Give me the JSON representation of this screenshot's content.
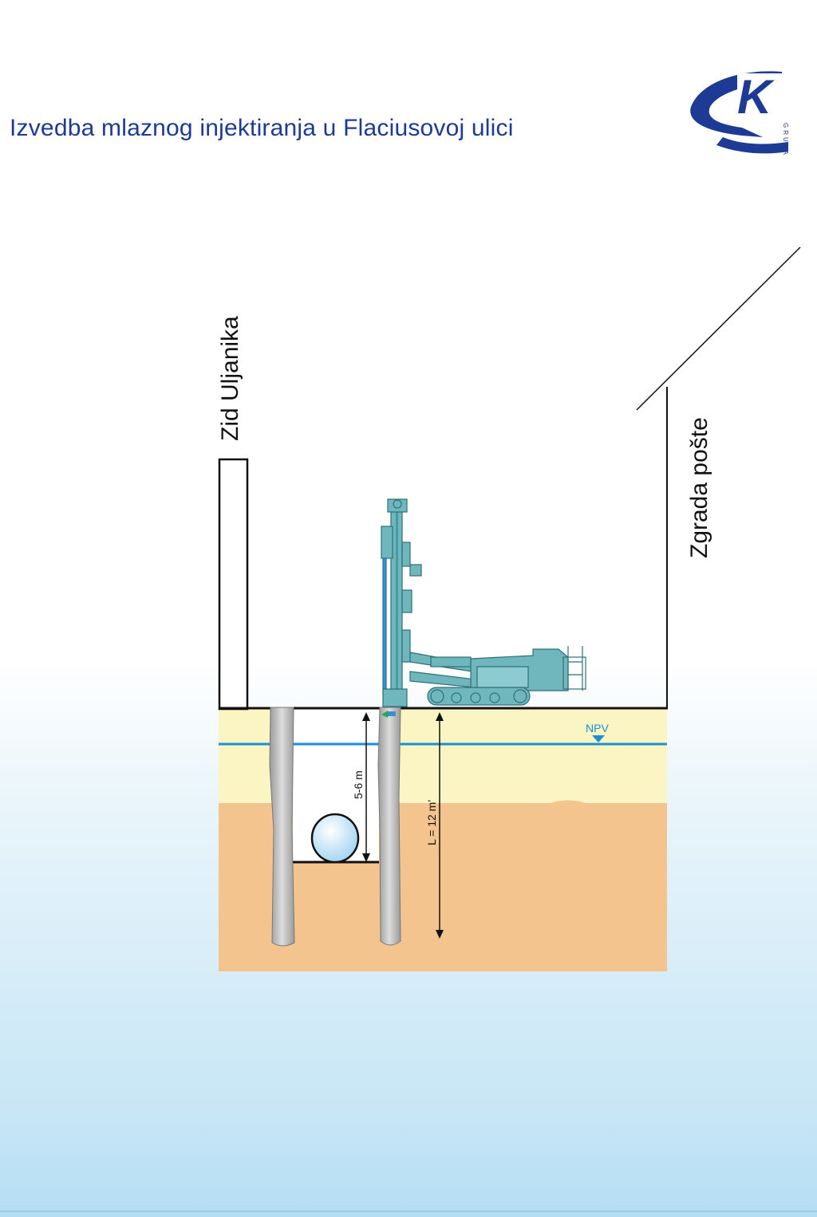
{
  "title": "Izvedba mlaznog injektiranja u Flaciusovoj ulici",
  "logo": {
    "letter": "K",
    "subtext": "GRUPA",
    "color": "#1d3b94"
  },
  "labels": {
    "wall": "Zid Uljanika",
    "building": "Zgrada pošte",
    "water_level": "NPV",
    "depth_short": "5-6 m",
    "depth_long": "L = 12 m'"
  },
  "colors": {
    "upper_soil": "#fbf5c4",
    "lower_soil": "#f4c48f",
    "water_line": "#1a8fd6",
    "column": "#c8c8c8",
    "machine": "#6fb7bd",
    "pipe": "#bfe3f7"
  },
  "icons": [
    "drilling-rig-icon",
    "pipe-icon",
    "water-level-marker-icon"
  ]
}
